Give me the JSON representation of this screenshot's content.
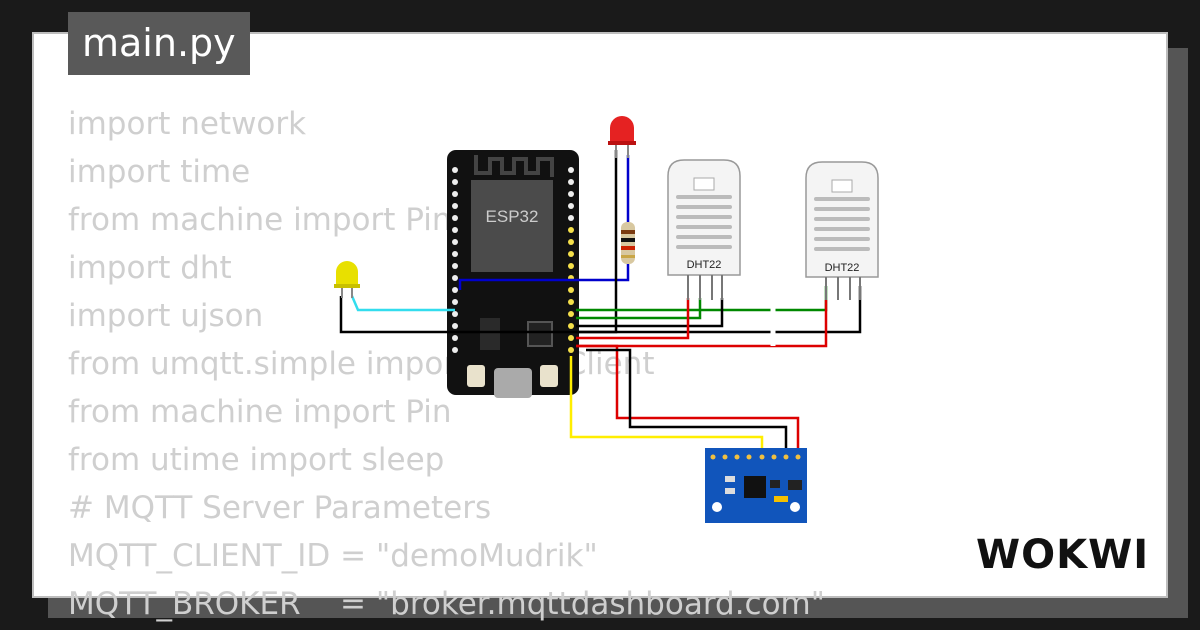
{
  "project": {
    "title": "main.py",
    "brand": "WOKWI"
  },
  "code_lines": [
    "import network",
    "import time",
    "from machine import Pin",
    "import dht",
    "import ujson",
    "from umqtt.simple import MQTTClient",
    "from machine import Pin",
    "from utime import sleep",
    "# MQTT Server Parameters",
    "MQTT_CLIENT_ID = \"demoMudrik\"",
    "MQTT_BROKER    = \"broker.mqttdashboard.com\""
  ],
  "components": {
    "board_label": "ESP32",
    "sensor_1_label": "DHT22",
    "sensor_2_label": "DHT22"
  },
  "colors": {
    "wire_blue": "#0000cc",
    "wire_cyan": "#33ddee",
    "wire_green": "#008800",
    "wire_red": "#dd0000",
    "wire_black": "#000000",
    "wire_yellow": "#ffee00",
    "led_red": "#e52222",
    "led_yellow": "#e8e000",
    "imu_board": "#1155bb"
  }
}
